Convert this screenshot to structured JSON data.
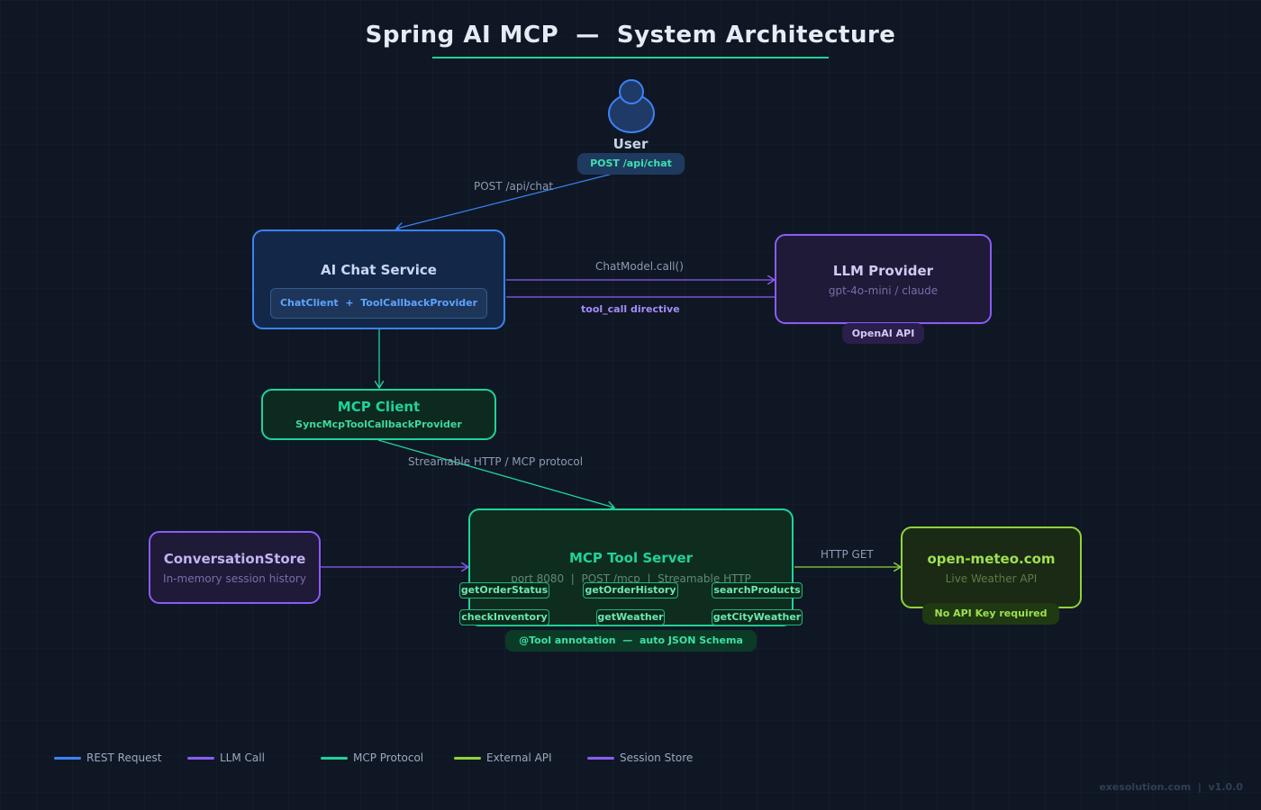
{
  "title": "Spring AI MCP  —  System Architecture",
  "user": {
    "label": "User",
    "badge": "POST /api/chat"
  },
  "edges": {
    "user_to_chat": "POST /api/chat",
    "chat_to_llm": "ChatModel.call()",
    "llm_to_chat": "tool_call directive",
    "client_to_server": "Streamable HTTP / MCP protocol",
    "server_to_weather": "HTTP GET"
  },
  "chat_service": {
    "title": "AI Chat Service",
    "inner": "ChatClient  +  ToolCallbackProvider"
  },
  "llm": {
    "title": "LLM Provider",
    "subtitle": "gpt-4o-mini / claude",
    "badge": "OpenAI API"
  },
  "mcp_client": {
    "title": "MCP Client",
    "subtitle": "SyncMcpToolCallbackProvider"
  },
  "tool_server": {
    "title": "MCP Tool Server",
    "subtitle": "port 8080  |  POST /mcp  |  Streamable HTTP",
    "tools": [
      "getOrderStatus",
      "getOrderHistory",
      "searchProducts",
      "checkInventory",
      "getWeather",
      "getCityWeather"
    ],
    "badge": "@Tool annotation  —  auto JSON Schema"
  },
  "conversation_store": {
    "title": "ConversationStore",
    "subtitle": "In-memory session history"
  },
  "weather": {
    "title": "open-meteo.com",
    "subtitle": "Live Weather API",
    "badge": "No API Key required"
  },
  "legend": [
    {
      "label": "REST Request",
      "color": "#3b82f6"
    },
    {
      "label": "LLM Call",
      "color": "#8b5cf6"
    },
    {
      "label": "MCP Protocol",
      "color": "#1fd39a"
    },
    {
      "label": "External API",
      "color": "#8fd43a"
    },
    {
      "label": "Session Store",
      "color": "#8b5cf6"
    }
  ],
  "footer": "exesolution.com  |  v1.0.0"
}
